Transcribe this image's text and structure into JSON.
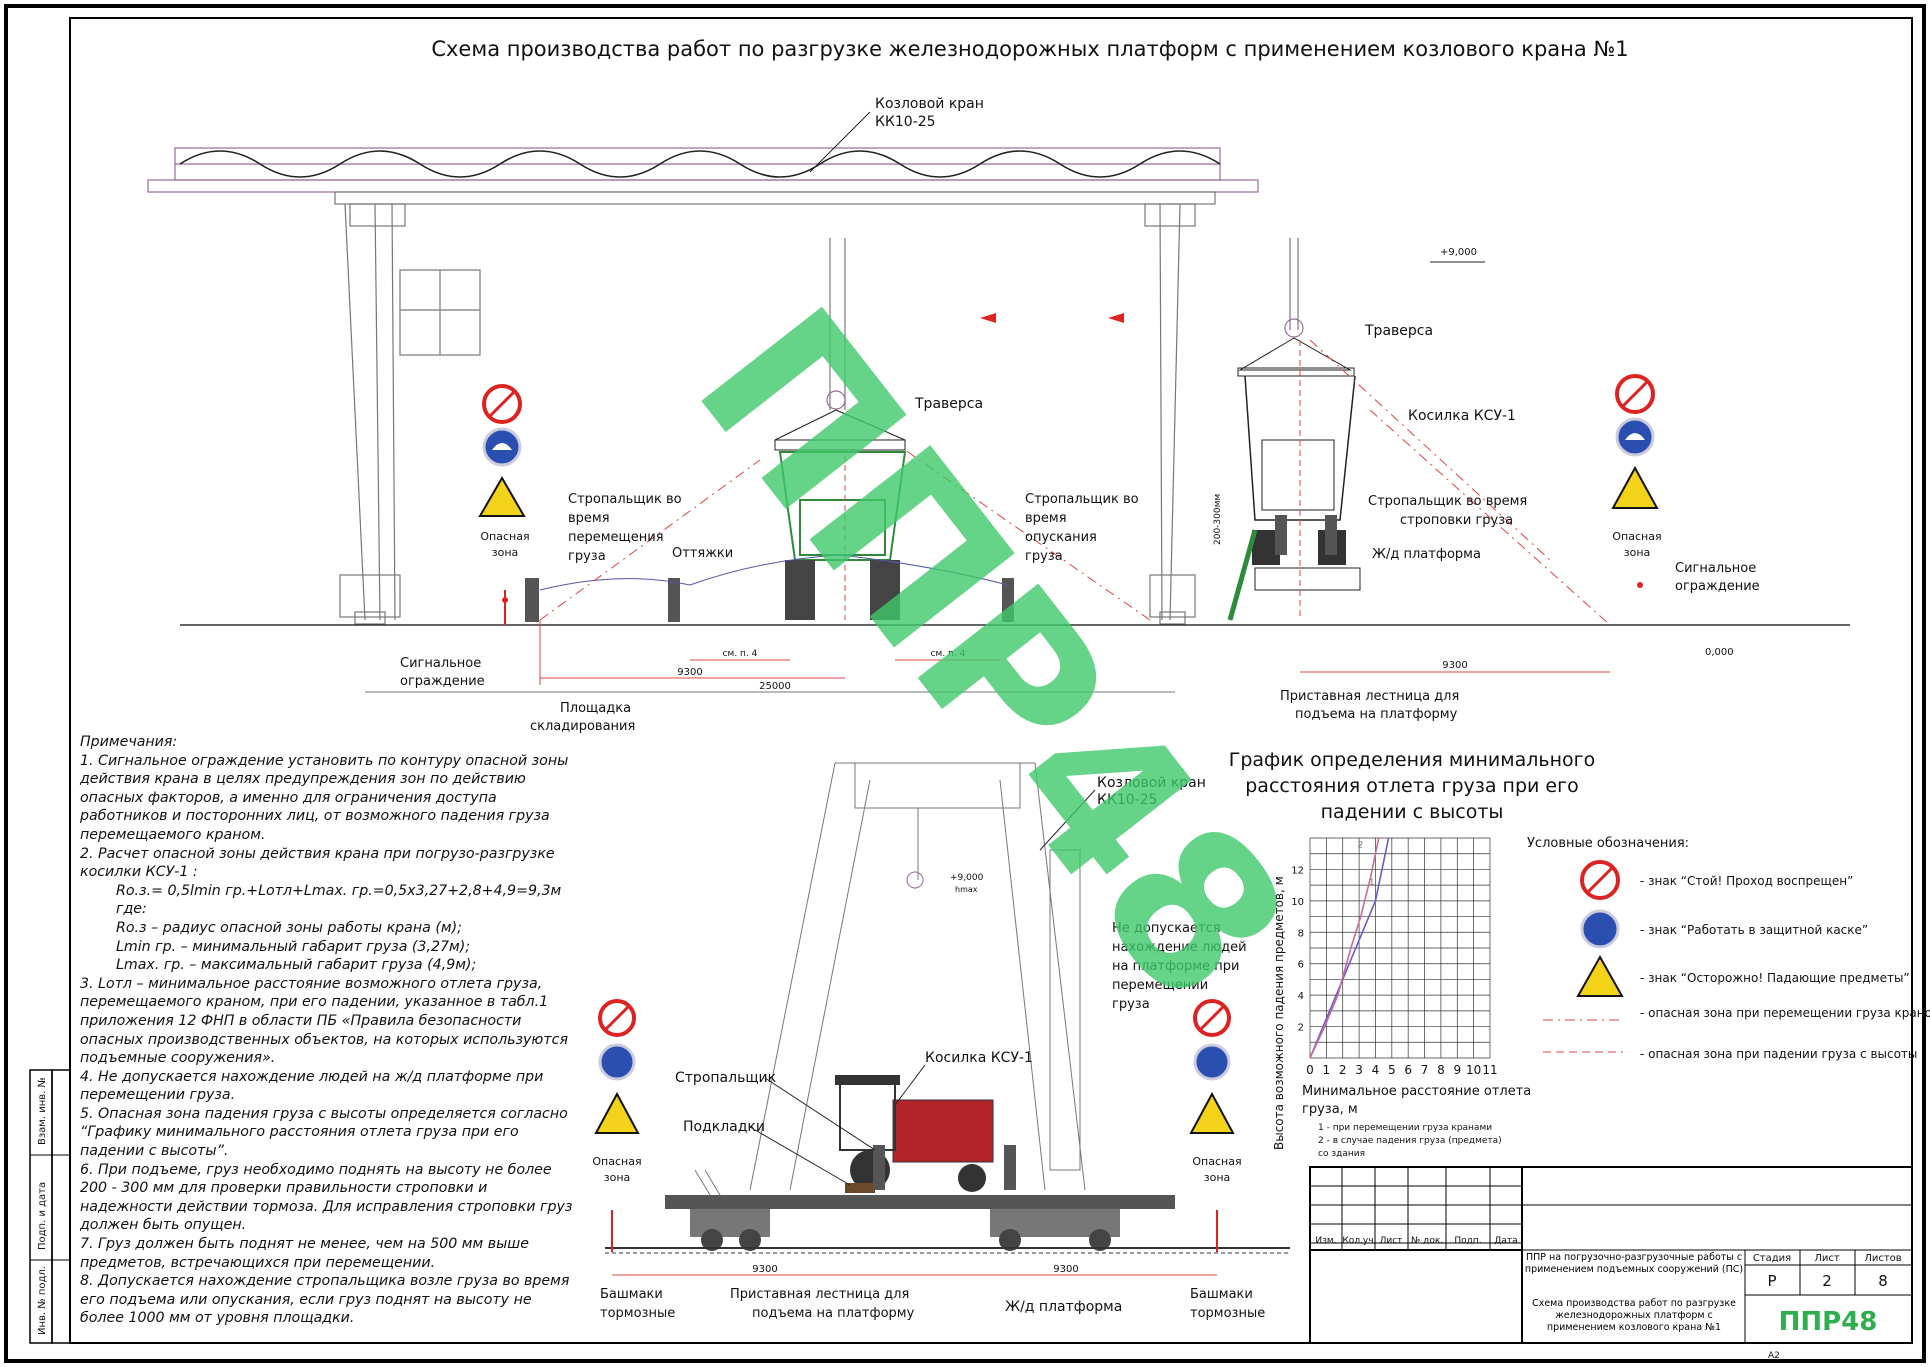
{
  "title": "Схема производства работ по разгрузке железнодорожных платформ с применением козлового крана №1",
  "labels": {
    "crane_top": [
      "Козловой кран",
      "КК10-25"
    ],
    "traverse_center": "Траверса",
    "traverse_right": "Траверса",
    "mower_right": "Косилка КСУ-1",
    "slinger_move": [
      "Стропальщик во",
      "время",
      "перемещения",
      "груза"
    ],
    "pull_ropes": "Оттяжки",
    "slinger_lower": [
      "Стропальщик во",
      "время",
      "опускания",
      "груза"
    ],
    "slinger_sling": [
      "Стропальщик во время",
      "строповки груза"
    ],
    "rail_platform_right": "Ж/д платформа",
    "danger_zone_left": [
      "Опасная",
      "зона"
    ],
    "danger_zone_right": [
      "Опасная",
      "зона"
    ],
    "signal_fence_left": [
      "Сигнальное",
      "ограждение"
    ],
    "signal_fence_right": [
      "Сигнальное",
      "ограждение"
    ],
    "storage_area": [
      "Площадка",
      "складирования"
    ],
    "ladder_right": [
      "Приставная лестница для",
      "подъема на платформу"
    ],
    "crane_bottom": [
      "Козловой кран",
      "КК10-25"
    ],
    "no_people": [
      "Не допускается",
      "нахождение людей",
      "на платформе при",
      "перемещении",
      "груза"
    ],
    "slinger_bottom": "Стропальщик",
    "mower_bottom": "Косилка КСУ-1",
    "pads": "Подкладки",
    "danger_zone_bl": [
      "Опасная",
      "зона"
    ],
    "danger_zone_br": [
      "Опасная",
      "зона"
    ],
    "brake_shoes_left": [
      "Башмаки",
      "тормозные"
    ],
    "brake_shoes_right": [
      "Башмаки",
      "тормозные"
    ],
    "ladder_bottom": [
      "Приставная лестница для",
      "подъема на платформу"
    ],
    "rail_platform_bottom": "Ж/д платформа"
  },
  "dimensions": {
    "elev_top": "+9,000",
    "elev_zero": "0,000",
    "lift_gap": "200-300мм",
    "d9300_left": "9300",
    "d25000": "25000",
    "see_p4_a": "см. п. 4",
    "see_p4_b": "см. п. 4",
    "d9300_right": "9300",
    "elev_small": "+9,000",
    "hmax": "hmax",
    "d9300_bl": "9300",
    "d9300_br": "9300"
  },
  "notes": {
    "heading": "Примечания:",
    "items": [
      "1.    Сигнальное ограждение установить по контуру опасной зоны действия крана в целях предупреждения зон по действию опасных факторов, а именно для ограничения доступа работников и посторонних лиц, от возможного падения груза перемещаемого краном.",
      "2.    Расчет опасной зоны действия крана при погрузо-разгрузке косилки КСУ-1 :"
    ],
    "formula": [
      "Rо.з.= 0,5lmin гр.+Lотл+Lmax. гр.=0,5х3,27+2,8+4,9=9,3м",
      "где:",
      "Rо.з – радиус опасной зоны работы крана (м);",
      "Lmin гр. – минимальный габарит груза (3,27м);",
      "Lmax. гр. – максимальный габарит груза (4,9м);"
    ],
    "items2": [
      "3. Lотл – минимальное расстояние возможного отлета груза, перемещаемого краном, при его падении, указанное в табл.1 приложения 12 ФНП в области ПБ «Правила безопасности опасных производственных объектов, на которых используются подъемные сооружения».",
      "4. Не допускается нахождение людей на ж/д платформе при перемещении груза.",
      "5. Опасная зона падения груза с высоты определяется согласно “Графику минимального расстояния отлета груза при его падении с высоты”.",
      "6. При подъеме, груз необходимо поднять на высоту не более 200 - 300 мм для проверки правильности строповки и надежности действии тормоза. Для исправления строповки груз должен быть опущен.",
      "7. Груз должен быть поднят не менее, чем на 500 мм выше предметов, встречающихся при перемещении.",
      "8. Допускается нахождение стропальщика возле груза во время его подъема или опускания, если груз поднят на высоту не более 1000 мм от уровня площадки."
    ]
  },
  "graph": {
    "title": [
      "График определения минимального",
      "расстояния отлета груза при его",
      "падении с высоты"
    ],
    "ylabel": "Высота возможного падения предметов, м",
    "xlabel": [
      "Минимальное расстояние отлета",
      "груза, м"
    ],
    "curve_legend": [
      "1 - при перемещении груза кранами",
      "2 - в случае падения груза (предмета)",
      "со здания"
    ],
    "curve_tag_1": "1",
    "curve_tag_2": "2",
    "x_ticks": [
      "0",
      "1",
      "2",
      "3",
      "4",
      "5",
      "6",
      "7",
      "8",
      "9",
      "10",
      "11"
    ],
    "y_ticks": [
      "2",
      "4",
      "6",
      "8",
      "10",
      "12"
    ]
  },
  "chart_data": {
    "type": "line",
    "title": "График определения минимального расстояния отлета груза при его падении с высоты",
    "xlabel": "Минимальное расстояние отлета груза, м",
    "ylabel": "Высота возможного падения предметов, м",
    "xlim": [
      0,
      11
    ],
    "ylim": [
      0,
      14
    ],
    "grid": true,
    "series": [
      {
        "name": "1",
        "x": [
          0,
          0.8,
          1.6,
          2.4,
          3.2,
          4.0,
          4.8
        ],
        "y": [
          0,
          2,
          4,
          6,
          8,
          10,
          14
        ]
      },
      {
        "name": "2",
        "x": [
          0,
          0.9,
          1.7,
          2.5,
          3.1,
          3.7,
          4.2
        ],
        "y": [
          0,
          2,
          4,
          7,
          9,
          11.5,
          14
        ]
      }
    ]
  },
  "legend": {
    "heading": "Условные обозначения:",
    "items": [
      "- знак “Стой! Проход воспрещен”",
      "- знак “Работать в защитной каске”",
      "- знак “Осторожно! Падающие предметы”",
      "- опасная зона при перемещении груза краном",
      "- опасная зона при падении груза с высоты"
    ]
  },
  "title_block": {
    "col_headers": [
      "Изм.",
      "Кол.уч",
      "Лист",
      "№ док.",
      "Подп.",
      "Дата"
    ],
    "project": "ППР на погрузочно-разгрузочные работы с применением подъемных сооружений (ПС)",
    "stage_h": "Стадия",
    "sheet_h": "Лист",
    "sheets_h": "Листов",
    "stage": "Р",
    "sheet": "2",
    "sheets": "8",
    "drawing": "Схема производства работ по разгрузке железнодорожных платформ с применением козлового крана №1",
    "logo": "ППР48",
    "format": "А2"
  },
  "side_stamp": [
    "Взам. инв. №",
    "Подп. и дата",
    "Инв. № подл."
  ],
  "watermark": "ППР48",
  "colors": {
    "watermark": "#3fc86a",
    "danger": "#dd2222",
    "crane": "#9a6a9a",
    "green_equip": "#2f8a3a",
    "trailer": "#b3232a"
  }
}
